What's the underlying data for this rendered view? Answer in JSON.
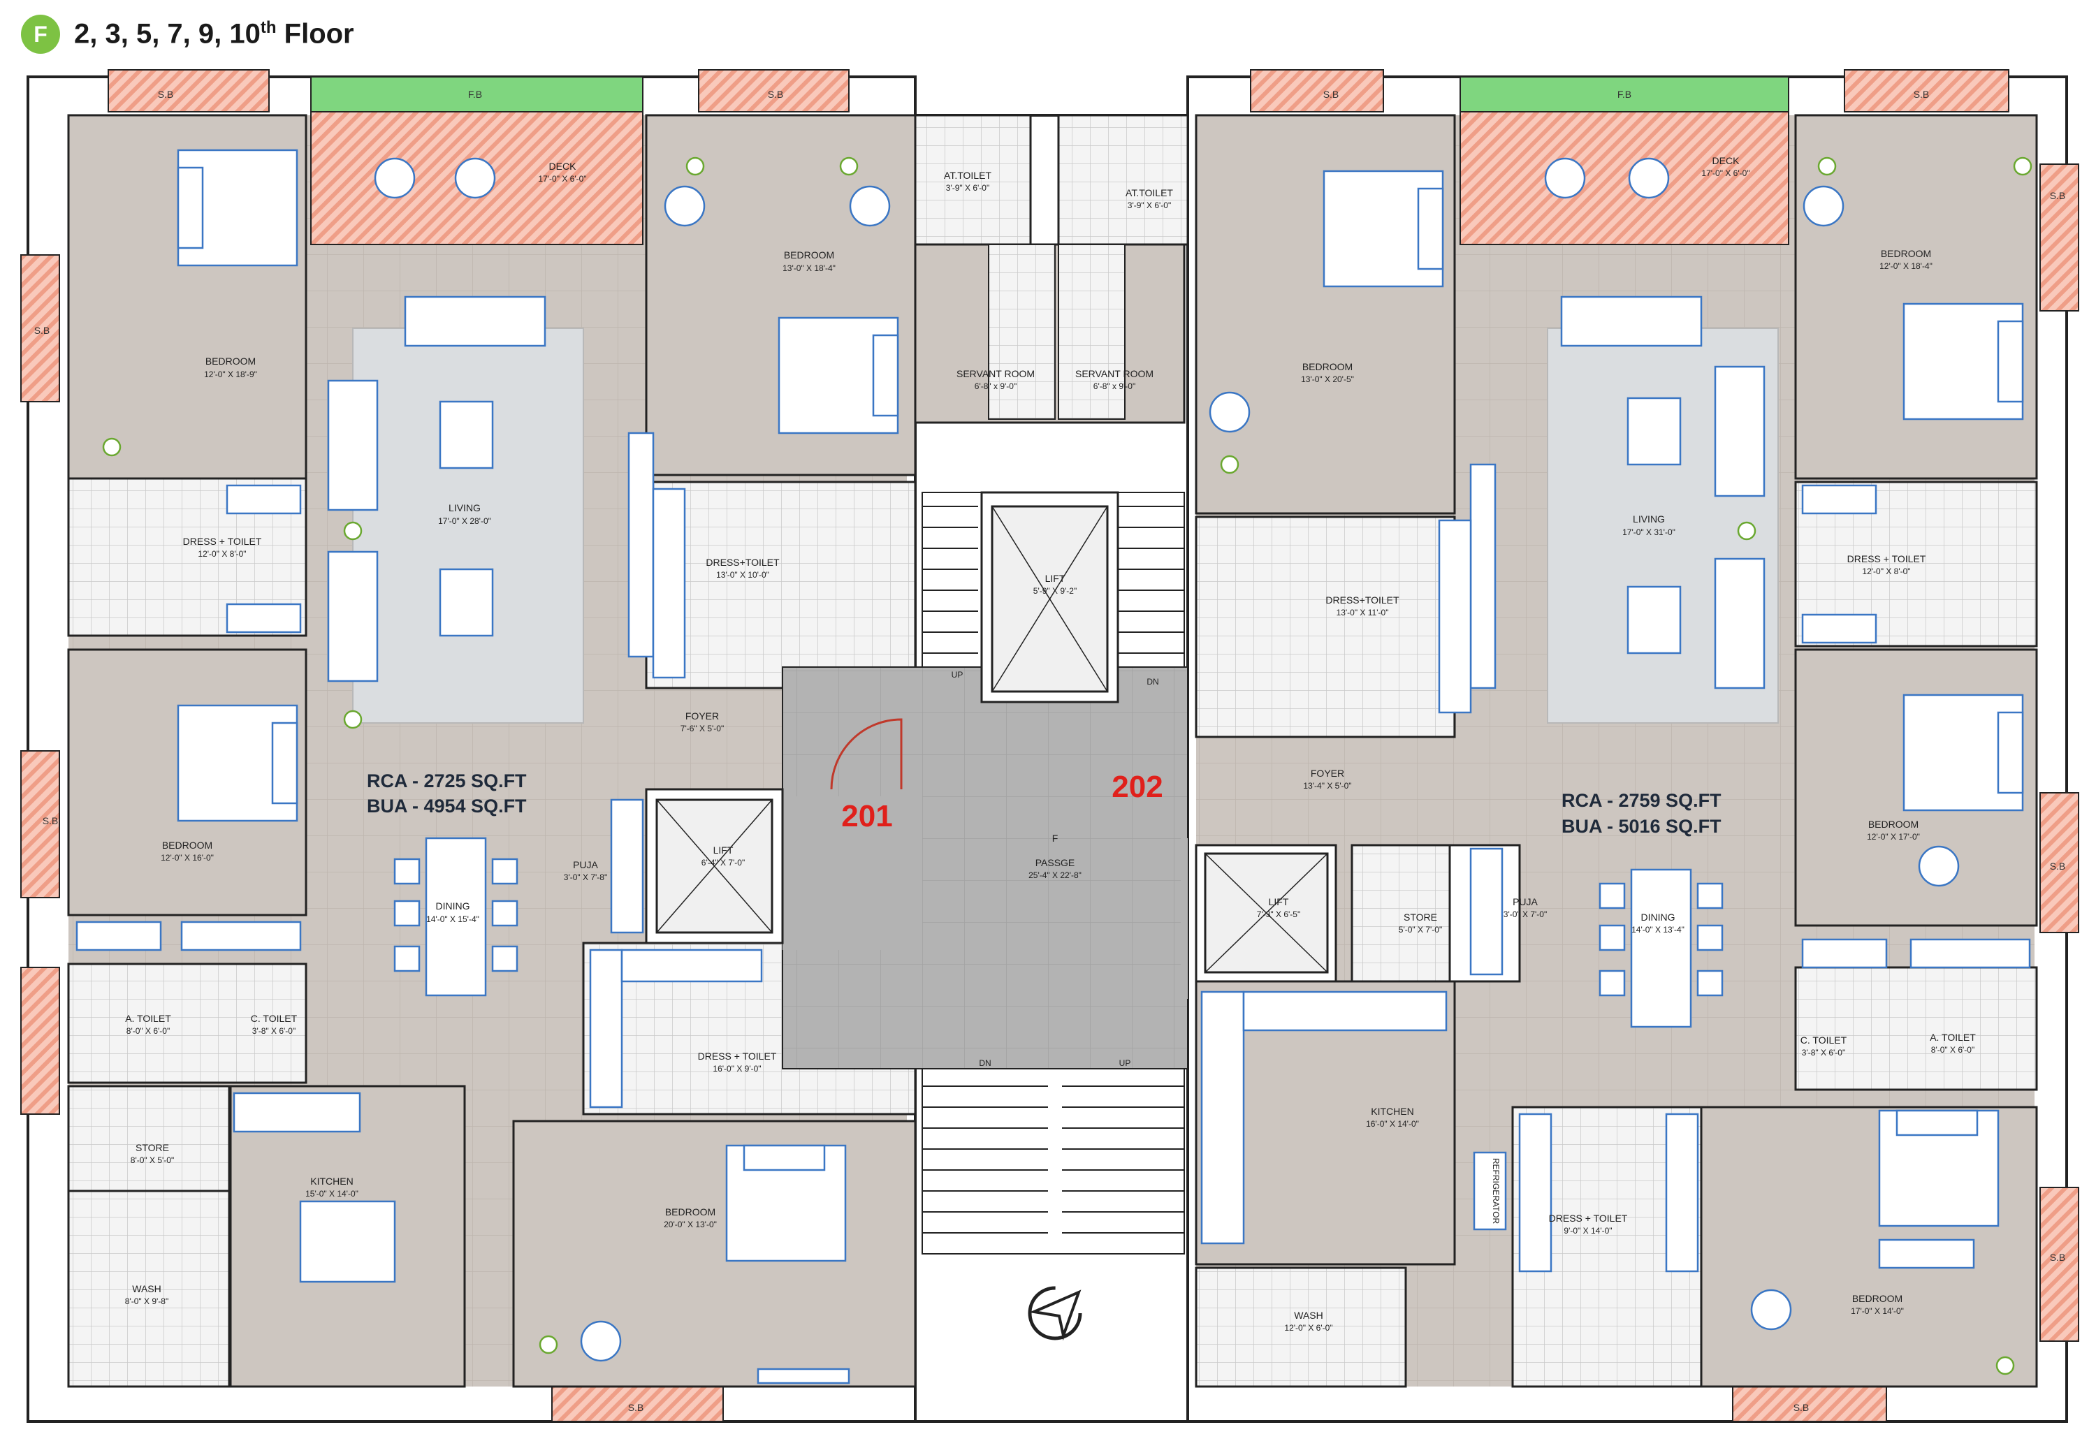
{
  "header": {
    "badge": "F",
    "floors_prefix": "2, 3, 5, 7, 9, 10",
    "floors_sup": "th",
    "floors_suffix": "Floor"
  },
  "units": {
    "left": {
      "number": "201",
      "rca": "RCA - 2725 SQ.FT",
      "bua": "BUA - 4954 SQ.FT"
    },
    "right": {
      "number": "202",
      "rca": "RCA - 2759 SQ.FT",
      "bua": "BUA - 5016 SQ.FT"
    }
  },
  "labels": {
    "sb": "S.B",
    "fb": "F.B",
    "f": "F",
    "up": "UP",
    "dn": "DN",
    "refrigerator": "REFRIGERATOR"
  },
  "rooms": {
    "deck_l": {
      "name": "DECK",
      "size": "17'-0\" X 6'-0\""
    },
    "bed_l_top": {
      "name": "BEDROOM",
      "size": "12'-0\" X 18'-9\""
    },
    "bed_l_mid_top": {
      "name": "BEDROOM",
      "size": "13'-0\" X 18'-4\""
    },
    "attoilet_l": {
      "name": "AT.TOILET",
      "size": "3'-9\" X 6'-0\""
    },
    "attoilet_r": {
      "name": "AT.TOILET",
      "size": "3'-9\" X 6'-0\""
    },
    "servant_l": {
      "name": "SERVANT ROOM",
      "size": "6'-8\" x 9'-0\""
    },
    "servant_r": {
      "name": "SERVANT ROOM",
      "size": "6'-8\" x 9'-0\""
    },
    "dresstoilet_l1": {
      "name": "DRESS + TOILET",
      "size": "12'-0\" X 8'-0\""
    },
    "living_l": {
      "name": "LIVING",
      "size": "17'-0\" X 28'-0\""
    },
    "dresstoilet_l2": {
      "name": "DRESS+TOILET",
      "size": "13'-0\" X 10'-0\""
    },
    "lift_c": {
      "name": "LIFT",
      "size": "5'-9\" X 9'-2\""
    },
    "foyer_l": {
      "name": "FOYER",
      "size": "7'-6\" X 5'-0\""
    },
    "bed_l_2": {
      "name": "BEDROOM",
      "size": "12'-0\" X 16'-0\""
    },
    "lift_l": {
      "name": "LIFT",
      "size": "6'-4\" X 7'-0\""
    },
    "passage": {
      "name": "PASSGE",
      "size": "25'-4\" X 22'-8\""
    },
    "puja_l": {
      "name": "PUJA",
      "size": "3'-0\" X 7'-8\""
    },
    "dining_l": {
      "name": "DINING",
      "size": "14'-0\" X 15'-4\""
    },
    "atoilet_l": {
      "name": "A. TOILET",
      "size": "8'-0\" X 6'-0\""
    },
    "ctoilet_l": {
      "name": "C. TOILET",
      "size": "3'-8\" X 6'-0\""
    },
    "dresstoilet_l3": {
      "name": "DRESS + TOILET",
      "size": "16'-0\" X 9'-0\""
    },
    "store_l": {
      "name": "STORE",
      "size": "8'-0\" X 5'-0\""
    },
    "kitchen_l": {
      "name": "KITCHEN",
      "size": "15'-0\" X 14'-0\""
    },
    "bed_l_bottom": {
      "name": "BEDROOM",
      "size": "20'-0\" X 13'-0\""
    },
    "wash_l": {
      "name": "WASH",
      "size": "8'-0\" X 9'-8\""
    },
    "deck_r": {
      "name": "DECK",
      "size": "17'-0\" X 6'-0\""
    },
    "bed_r_top": {
      "name": "BEDROOM",
      "size": "13'-0\" X 20'-5\""
    },
    "bed_r_corner": {
      "name": "BEDROOM",
      "size": "12'-0\" X 18'-4\""
    },
    "living_r": {
      "name": "LIVING",
      "size": "17'-0\" X 31'-0\""
    },
    "dresstoilet_r1": {
      "name": "DRESS+TOILET",
      "size": "13'-0\" X 11'-0\""
    },
    "dresstoilet_r2": {
      "name": "DRESS + TOILET",
      "size": "12'-0\" X 8'-0\""
    },
    "foyer_r": {
      "name": "FOYER",
      "size": "13'-4\" X 5'-0\""
    },
    "bed_r_mid": {
      "name": "BEDROOM",
      "size": "12'-0\" X 17'-0\""
    },
    "lift_r": {
      "name": "LIFT",
      "size": "7'-3\" X 6'-5\""
    },
    "store_r": {
      "name": "STORE",
      "size": "5'-0\" X 7'-0\""
    },
    "puja_r": {
      "name": "PUJA",
      "size": "3'-0\" X 7'-0\""
    },
    "dining_r": {
      "name": "DINING",
      "size": "14'-0\" X 13'-4\""
    },
    "ctoilet_r": {
      "name": "C. TOILET",
      "size": "3'-8\" X 6'-0\""
    },
    "atoilet_r": {
      "name": "A. TOILET",
      "size": "8'-0\" X 6'-0\""
    },
    "kitchen_r": {
      "name": "KITCHEN",
      "size": "16'-0\" X 14'-0\""
    },
    "dresstoilet_r3": {
      "name": "DRESS + TOILET",
      "size": "9'-0\" X 14'-0\""
    },
    "bed_r_bottom": {
      "name": "BEDROOM",
      "size": "17'-0\" X 14'-0\""
    },
    "wash_r": {
      "name": "WASH",
      "size": "12'-0\" X 6'-0\""
    }
  },
  "colors": {
    "floor": "#cdc6c0",
    "tile": "#f2f2f2",
    "wall": "#ffffff",
    "wall_line": "#222222",
    "balcony": "#f6b8a6",
    "balcony_stripe": "#e88d75",
    "flower_bed": "#7fd67f",
    "passage": "#b3b3b3",
    "rug": "#d9dcdf",
    "furniture": "#3a76c4",
    "unit_number": "#e0201b",
    "badge": "#7dc243"
  }
}
